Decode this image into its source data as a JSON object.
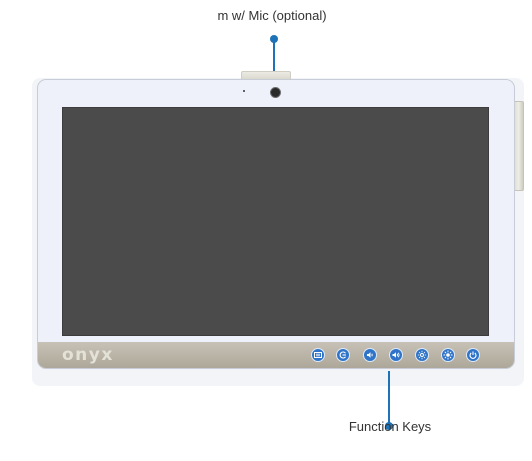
{
  "callouts": {
    "camera_label": "m w/ Mic (optional)",
    "function_keys_label": "Function Keys"
  },
  "device": {
    "brand_logo": "onyx",
    "accent_color": "#1e73b8",
    "function_keys": [
      {
        "icon": "menu-icon"
      },
      {
        "icon": "input-source-icon"
      },
      {
        "icon": "volume-down-icon"
      },
      {
        "icon": "volume-up-icon"
      },
      {
        "icon": "brightness-down-icon"
      },
      {
        "icon": "brightness-up-icon"
      },
      {
        "icon": "power-icon"
      }
    ]
  }
}
